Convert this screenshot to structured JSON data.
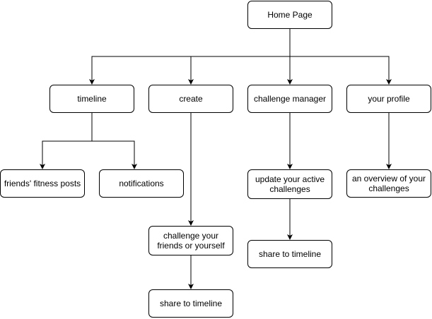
{
  "nodes": {
    "home": {
      "label": "Home Page"
    },
    "timeline": {
      "label": "timeline"
    },
    "create": {
      "label": "create"
    },
    "challenge_manager": {
      "label": "challenge manager"
    },
    "your_profile": {
      "label": "your profile"
    },
    "friends_posts": {
      "label": "friends' fitness posts"
    },
    "notifications": {
      "label": "notifications"
    },
    "update_challenges": {
      "label": "update your active challenges"
    },
    "overview_challenges": {
      "label": "an overview of your challenges"
    },
    "challenge_friends": {
      "label": "challenge your friends or yourself"
    },
    "share_timeline_manager": {
      "label": "share to timeline"
    },
    "share_timeline_create": {
      "label": "share to timeline"
    }
  },
  "colors": {
    "stroke": "#000000",
    "node_fill": "#ffffff",
    "background": "#ffffff"
  }
}
